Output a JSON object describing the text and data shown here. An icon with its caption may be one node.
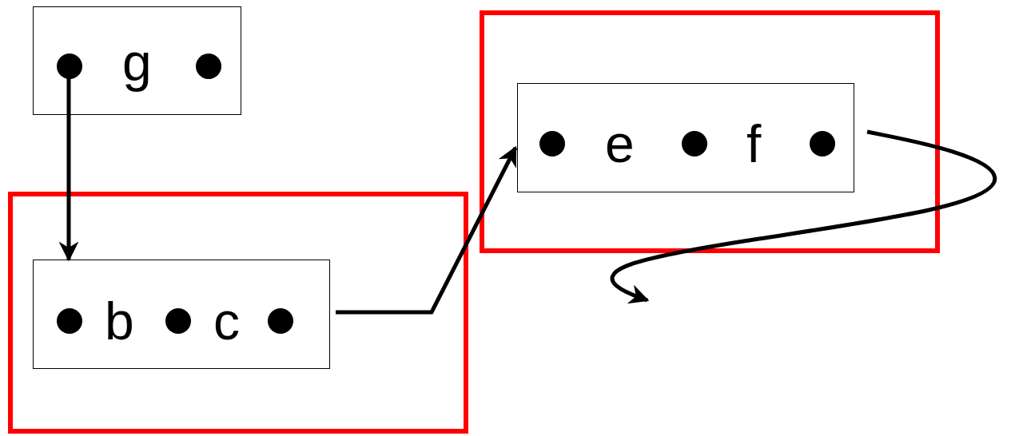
{
  "diagram": {
    "nodes": [
      {
        "text": [
          "g"
        ]
      },
      {
        "text": [],
        "shape": "box"
      },
      {
        "text": [
          "b",
          "c"
        ],
        "in": 1
      },
      {
        "text": [],
        "shape": "box"
      },
      {
        "text": [
          "e",
          "f"
        ],
        "in": 3
      }
    ],
    "edges": [
      {
        "from": 0,
        "to": 2,
        "arrow": "to"
      },
      {
        "from": 2,
        "to": 4,
        "arrow": "to"
      },
      {
        "from": 4,
        "to": null,
        "arrow": "to"
      }
    ]
  }
}
